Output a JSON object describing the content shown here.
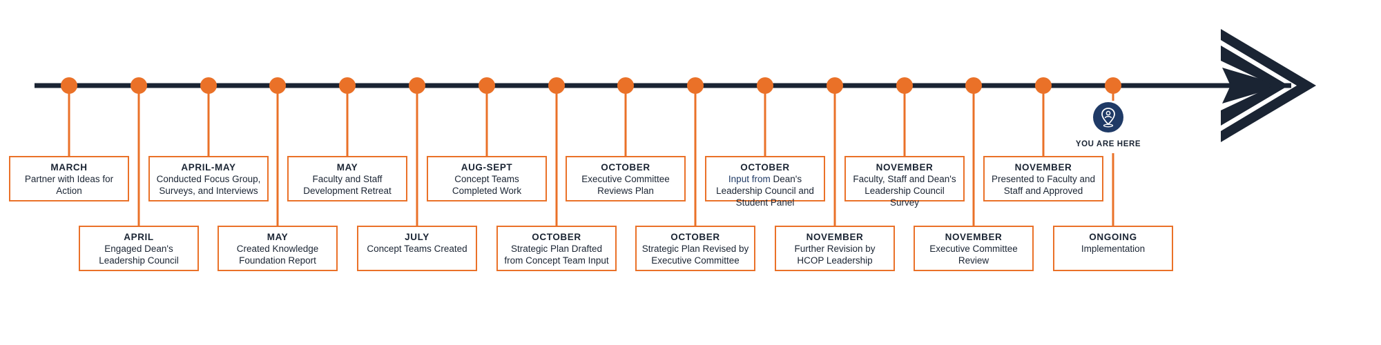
{
  "timeline": {
    "colors": {
      "line": "#1a2433",
      "accent": "#ea7128",
      "marker": "#1f3a66"
    },
    "milestones": [
      {
        "month": "MARCH",
        "text": "Partner with Ideas for Action"
      },
      {
        "month": "APRIL",
        "text": "Engaged Dean's Leadership Council"
      },
      {
        "month": "APRIL-MAY",
        "text": "Conducted Focus Group, Surveys, and Interviews"
      },
      {
        "month": "MAY",
        "text": "Created Knowledge Foundation Report"
      },
      {
        "month": "MAY",
        "text": "Faculty and Staff Development Retreat"
      },
      {
        "month": "JULY",
        "text": "Concept Teams Created"
      },
      {
        "month": "AUG-SEPT",
        "text": "Concept Teams Completed Work"
      },
      {
        "month": "OCTOBER",
        "text": "Strategic Plan Drafted from Concept Team Input"
      },
      {
        "month": "OCTOBER",
        "text": "Executive Committee Reviews Plan"
      },
      {
        "month": "OCTOBER",
        "text": "Strategic Plan Revised by Executive Committee"
      },
      {
        "month": "OCTOBER",
        "accent": "Input from",
        "text": "Dean's Leadership Council and Student Panel"
      },
      {
        "month": "NOVEMBER",
        "text": "Further Revision by HCOP Leadership"
      },
      {
        "month": "NOVEMBER",
        "text": "Faculty, Staff and Dean's Leadership Council Survey"
      },
      {
        "month": "NOVEMBER",
        "text": "Executive Committee Review"
      },
      {
        "month": "NOVEMBER",
        "text": "Presented to Faculty and Staff and Approved"
      },
      {
        "month": "ONGOING",
        "text": "Implementation"
      }
    ],
    "you_are_here": {
      "label": "YOU ARE HERE",
      "icon": "location-pin-icon"
    }
  }
}
